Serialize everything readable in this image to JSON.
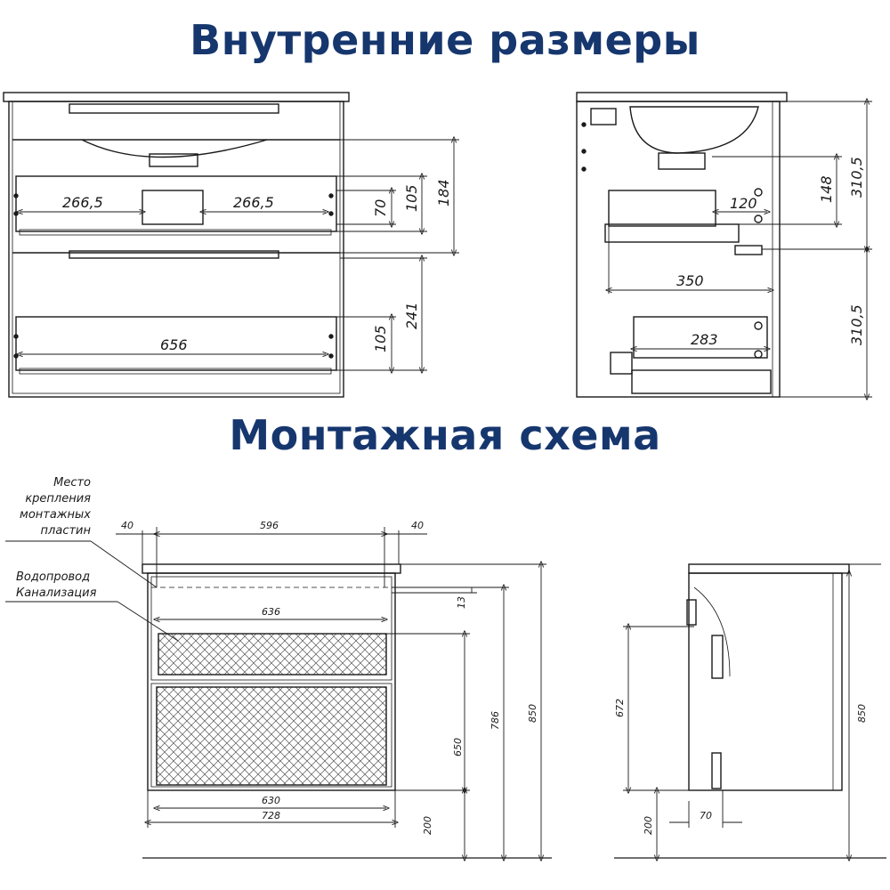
{
  "titles": {
    "internal_dimensions": "Внутренние размеры",
    "mounting_scheme": "Монтажная схема"
  },
  "front_internal": {
    "width_left": "266,5",
    "width_right": "266,5",
    "depth_small": "70",
    "height_drawer1": "105",
    "height_top": "184",
    "width_bottom": "656",
    "height_drawer2": "105",
    "height_lower": "241"
  },
  "side_internal": {
    "siphon_height": "148",
    "upper_height": "310,5",
    "lower_height": "310,5",
    "drawer1_depth": "120",
    "cabinet_depth": "350",
    "drawer2_depth": "283"
  },
  "mounting_front": {
    "note_plates": [
      "Место",
      "крепления",
      "монтажных",
      "пластин"
    ],
    "note_utilities": [
      "Водопровод",
      "Канализация"
    ],
    "offset_left": "40",
    "plate_span": "596",
    "offset_right": "40",
    "inner_width": "636",
    "gap": "13",
    "bottom_inner": "630",
    "total_width": "728",
    "height_650": "650",
    "height_786": "786",
    "height_850": "850",
    "height_200": "200"
  },
  "mounting_side": {
    "height_672": "672",
    "height_200": "200",
    "depth_70": "70",
    "height_850": "850"
  },
  "colors": {
    "title": "#16366e",
    "line": "#1a1a1a"
  }
}
